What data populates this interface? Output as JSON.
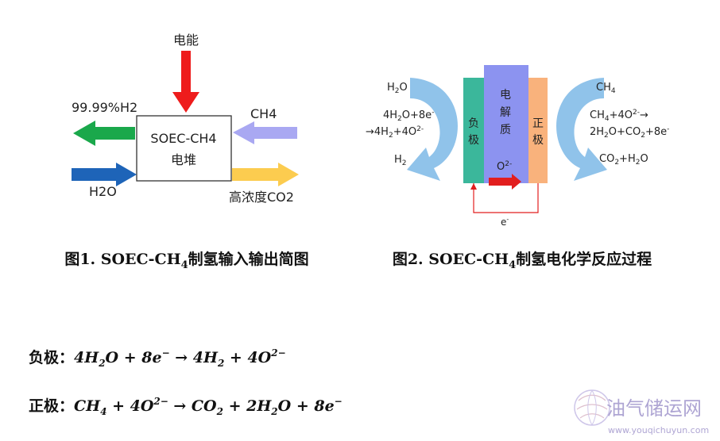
{
  "figure1": {
    "electricity_label": "电能",
    "h2_out_label": "99.99%H2",
    "ch4_in_label": "CH4",
    "box_line1": "SOEC-CH4",
    "box_line2": "电堆",
    "h2o_in_label": "H2O",
    "co2_out_label": "高浓度CO2",
    "caption": {
      "prefix": "图1. SOEC-CH",
      "sub": "4",
      "suffix": "制氢输入输出简图"
    },
    "colors": {
      "electricity_arrow": "#ee1c1c",
      "h2_arrow": "#1aa84b",
      "ch4_arrow": "#a9a8f2",
      "h2o_arrow": "#1e64b8",
      "co2_arrow": "#fccc4f"
    }
  },
  "figure2": {
    "left_top": {
      "a": "H",
      "a_sub": "2",
      "b": "O"
    },
    "left_eq1": {
      "a": "4H",
      "a_sub": "2",
      "b": "O+8e",
      "b_sup": "-"
    },
    "left_eq2": {
      "a": "→4H",
      "a_sub": "2",
      "b": "+4O",
      "b_sup": "2-"
    },
    "left_bottom": {
      "a": "H",
      "a_sub": "2"
    },
    "anode_chars": [
      "负",
      "极"
    ],
    "electrolyte_chars": [
      "电",
      "解",
      "质"
    ],
    "cathode_chars": [
      "正",
      "极"
    ],
    "oxygen_ion": {
      "a": "O",
      "a_sup": "2-"
    },
    "electron": {
      "a": "e",
      "a_sup": "-"
    },
    "right_top": {
      "a": "CH",
      "a_sub": "4"
    },
    "right_eq1": {
      "a": "CH",
      "a_sub": "4",
      "b": "+4O",
      "b_sup": "2-",
      "c": "→"
    },
    "right_eq2": {
      "a": "2H",
      "a_sub": "2",
      "b": "O+CO",
      "b_sub": "2",
      "c": "+8e",
      "c_sup": "-"
    },
    "right_bottom": {
      "a": "CO",
      "a_sub": "2",
      "b": "+H",
      "b_sub": "2",
      "c": "O"
    },
    "caption": {
      "prefix": "图2. SOEC-CH",
      "sub": "4",
      "suffix": "制氢电化学反应过程"
    },
    "colors": {
      "anode": "#3bb79b",
      "electrolyte": "#8c93f0",
      "cathode": "#f9b27c",
      "flow_arrows": "#90c3ea",
      "circuit": "#e21e1e"
    }
  },
  "equations": {
    "anode": {
      "label": "负极：",
      "p1": "4H",
      "p1_sub": "2",
      "p2": "O + 8e",
      "p2_sup": "−",
      "p3": " → 4H",
      "p3_sub": "2",
      "p4": " + 4O",
      "p4_sup": "2−"
    },
    "cathode": {
      "label": "正极：",
      "p1": "CH",
      "p1_sub": "4",
      "p2": " + 4O",
      "p2_sup": "2−",
      "p3": " → CO",
      "p3_sub": "2",
      "p4": " + 2H",
      "p4_sub": "2",
      "p5": "O + 8e",
      "p5_sup": "−"
    }
  },
  "watermark": {
    "title": "油气储运网",
    "url": "www.youqichuyun.com",
    "color": "#9b8fc9"
  }
}
